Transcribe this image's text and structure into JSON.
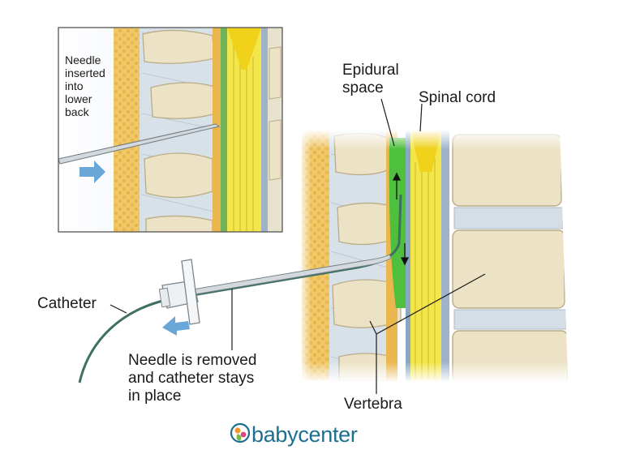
{
  "labels": {
    "inset_caption": "Needle\ninserted\ninto\nlower\nback",
    "epidural_space": [
      "Epidural",
      "space"
    ],
    "spinal_cord": "Spinal cord",
    "catheter": "Catheter",
    "needle_removed": [
      "Needle is removed",
      "and catheter stays",
      "in place"
    ],
    "vertebra": "Vertebra"
  },
  "brand": {
    "name": "babycenter",
    "color": "#1c6f8f"
  },
  "colors": {
    "bone": "#ece3c6",
    "bone_outline": "#b9ac86",
    "fat": "#f0c869",
    "cord_yellow": "#f3e64a",
    "epidural_green": "#4fbf3e",
    "disc": "#d5dee6",
    "catheter": "#3e6f63",
    "arrow": "#6aa7d8"
  },
  "icons": [
    "arrow-right-icon",
    "arrow-left-icon",
    "babycenter-logo-icon"
  ]
}
